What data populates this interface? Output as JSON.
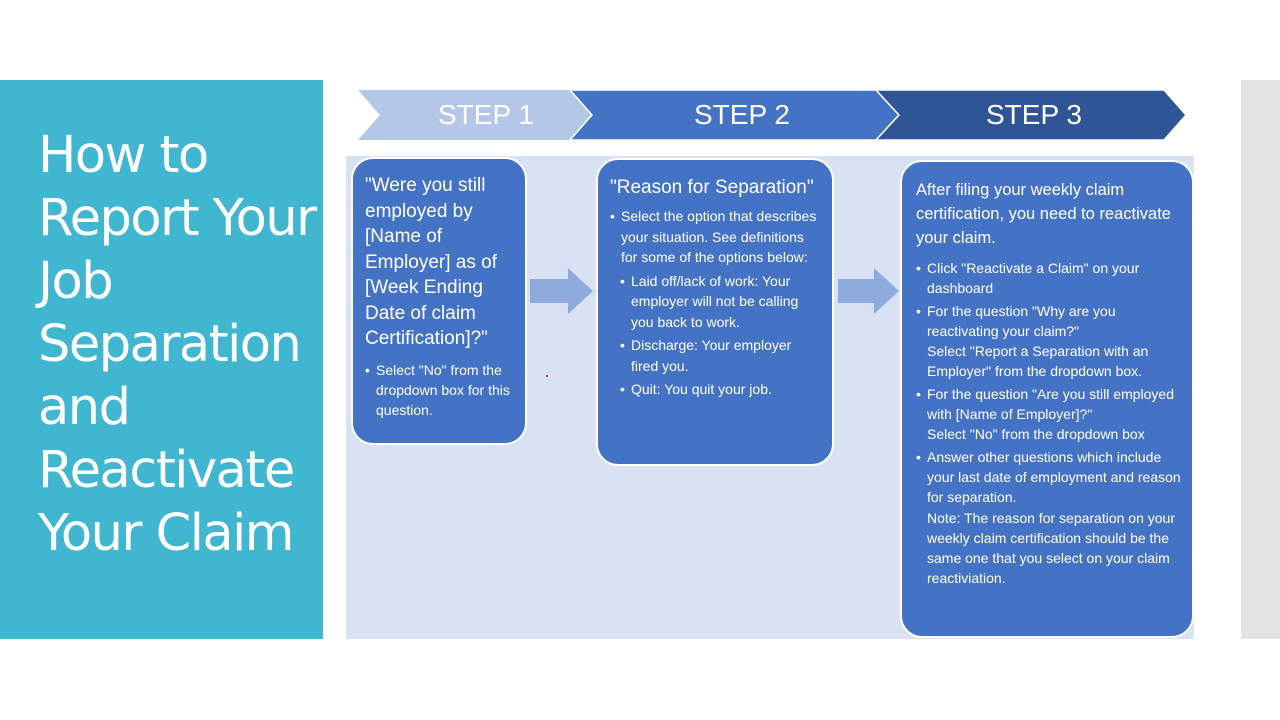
{
  "slide": {
    "title": "How to Report Your Job Separation and Reactivate Your Claim",
    "colors": {
      "title_panel": "#41b6d1",
      "content_background": "#d9e2f2",
      "card": "#4472c4",
      "step1": "#b4c7e7",
      "step2": "#4472c4",
      "step3": "#2f5597",
      "arrow": "#8faadc",
      "side_strip": "#e3e3e3"
    }
  },
  "steps": [
    {
      "label": "STEP 1"
    },
    {
      "label": "STEP 2"
    },
    {
      "label": "STEP 3"
    }
  ],
  "cards": {
    "step1": {
      "heading": "\"Were you still employed by [Name of Employer] as of [Week Ending Date of claim Certification]?\"",
      "bullets": [
        "Select \"No\" from the dropdown box for this question."
      ]
    },
    "step2": {
      "heading": "\"Reason for Separation\"",
      "bullets": [
        "Select the option that describes your situation.  See definitions for some of the options below:"
      ],
      "sub_bullets": [
        "Laid off/lack of work: Your employer will not be calling you back to work.",
        "Discharge: Your employer fired you.",
        "Quit: You quit your job."
      ]
    },
    "step3": {
      "heading": "After filing your weekly claim certification, you need to reactivate your claim.",
      "bullets": [
        "Click \"Reactivate a Claim\" on your dashboard",
        "For the question \"Why are you reactivating your claim?\"\nSelect \"Report a Separation with an Employer\" from the dropdown box.",
        "For the question \"Are you still employed with [Name of Employer]?\"\nSelect \"No\" from the dropdown box",
        "Answer other questions which include your last date of employment and reason for separation.\nNote:  The reason for separation on your weekly claim certification should be the same one that you select on your claim reactiviation."
      ]
    }
  }
}
